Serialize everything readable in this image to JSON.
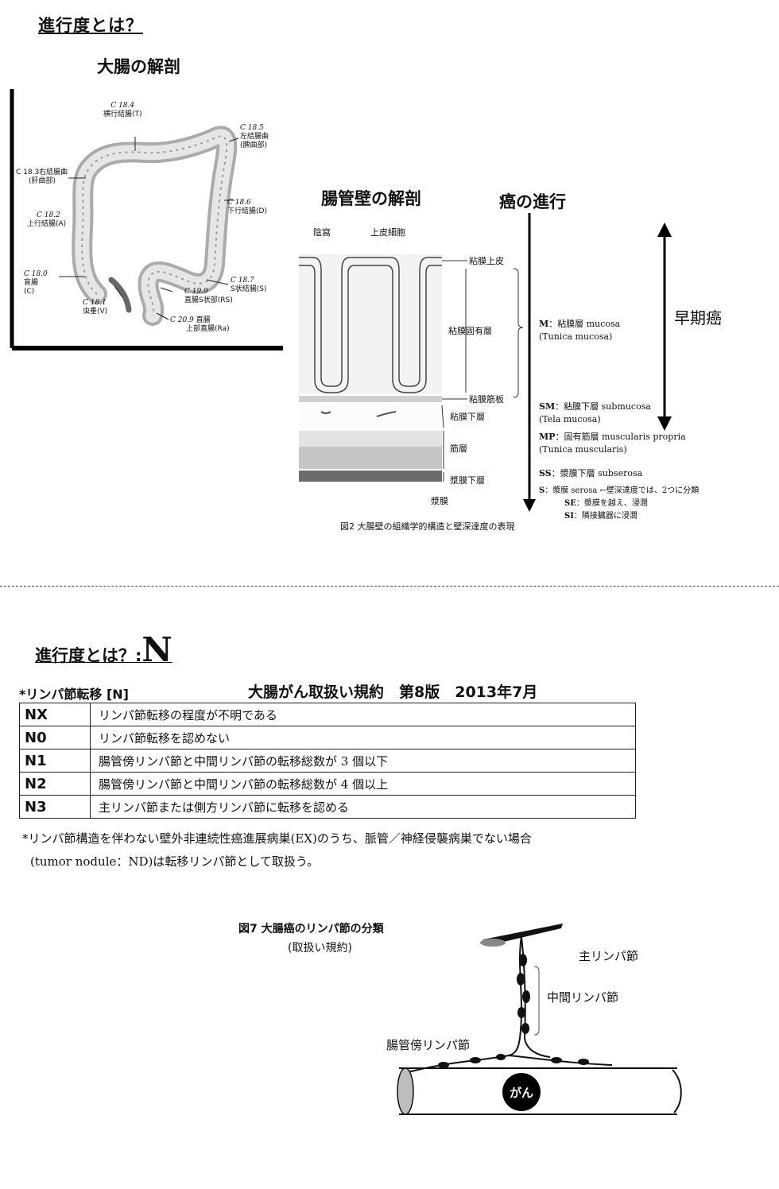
{
  "heading1": "進行度とは？",
  "anatomy": {
    "title": "大腸の解剖",
    "labels": {
      "c184": "C 18.4",
      "c184_name": "横行結腸(T)",
      "c185": "C 18.5",
      "c185_name1": "左結腸曲",
      "c185_name2": "(脾曲部)",
      "c183": "C 18.3右結腸曲",
      "c183_name": "(肝曲部)",
      "c186": "C 18.6",
      "c186_name": "下行結腸(D)",
      "c182": "C 18.2",
      "c182_name": "上行結腸(A)",
      "c180": "C 18.0",
      "c180_name1": "盲腸",
      "c180_name2": "(C)",
      "c181": "C 18.1",
      "c181_name": "虫垂(V)",
      "c199": "C 19.9",
      "c199_name": "直腸S状部(RS)",
      "c187": "C 18.7",
      "c187_name": "S状結腸(S)",
      "c209": "C 20.9",
      "c209_name1": "直腸",
      "c209_name2": "上部直腸(Ra)"
    }
  },
  "wall": {
    "title": "腸管壁の解剖",
    "progress_title": "癌の進行",
    "crypt_label": "陰窩",
    "epi_cell_label": "上皮細胞",
    "layers": [
      "粘膜上皮",
      "粘膜固有層",
      "粘膜筋板",
      "粘膜下層",
      "筋層",
      "漿膜下層",
      "漿膜"
    ],
    "early_cancer": "早期癌",
    "depth": [
      {
        "code": "M",
        "text": "：粘膜層 mucosa",
        "sub": "(Tunica mucosa)"
      },
      {
        "code": "SM",
        "text": "：粘膜下層 submucosa",
        "sub": "(Tela mucosa)"
      },
      {
        "code": "MP",
        "text": "：固有筋層 muscularis propria",
        "sub": "(Tunica muscularis)"
      },
      {
        "code": "SS",
        "text": "：漿膜下層 subserosa",
        "sub": ""
      },
      {
        "code": "S",
        "text": "：漿膜 serosa ←壁深達度では、2つに分類",
        "sub": ""
      },
      {
        "code": "SE",
        "text": "：漿膜を越え、浸潤",
        "sub": ""
      },
      {
        "code": "SI",
        "text": "：隣接臓器に浸潤",
        "sub": ""
      }
    ],
    "caption": "図2 大腸壁の組織学的構造と壁深達度の表現"
  },
  "heading2": "進行度とは？:",
  "heading2_big": "N",
  "nsection": {
    "label": "*リンパ節転移 [N]",
    "rule_title": "大腸がん取扱い規約　第8版　2013年7月",
    "rows": [
      {
        "code": "NX",
        "desc": "リンパ節転移の程度が不明である"
      },
      {
        "code": "N0",
        "desc": "リンパ節転移を認めない"
      },
      {
        "code": "N1",
        "desc": "腸管傍リンパ節と中間リンパ節の転移総数が 3 個以下"
      },
      {
        "code": "N2",
        "desc": "腸管傍リンパ節と中間リンパ節の転移総数が 4 個以上"
      },
      {
        "code": "N3",
        "desc": "主リンパ節または側方リンパ節に転移を認める"
      }
    ],
    "note1": "*リンパ節構造を伴わない壁外非連続性癌進展病巣(EX)のうち、脈管／神経侵襲病巣でない場合",
    "note2": "(tumor nodule：ND)は転移リンパ節として取扱う。"
  },
  "lymph": {
    "caption1": "図7 大腸癌のリンパ節の分類",
    "caption2": "(取扱い規約)",
    "main_node": "主リンパ節",
    "mid_node": "中間リンパ節",
    "para_node": "腸管傍リンパ節",
    "cancer": "がん"
  }
}
